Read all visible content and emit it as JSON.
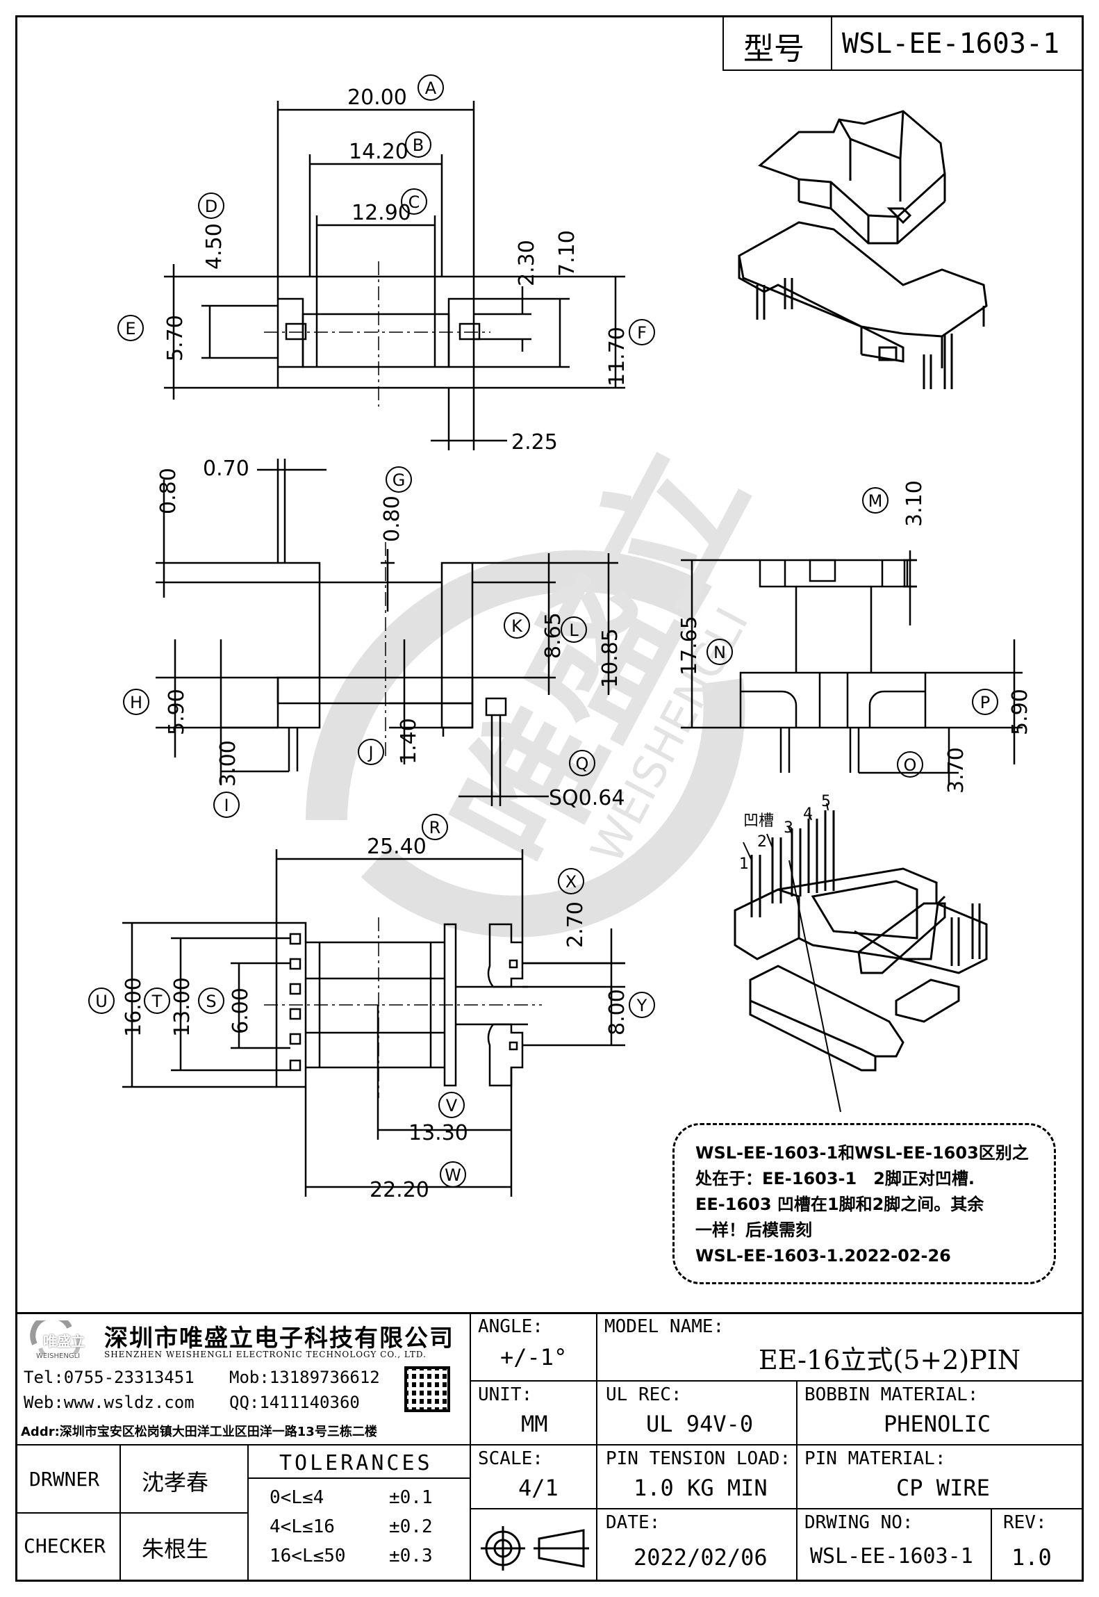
{
  "header": {
    "model_label": "型号",
    "model_no": "WSL-EE-1603-1"
  },
  "top_view": {
    "A": "20.00",
    "B": "14.20",
    "C": "12.90",
    "D": "4.50",
    "E": "5.70",
    "F": "11.70",
    "d1": "2.30",
    "d2": "7.10",
    "d3": "2.25"
  },
  "side_view": {
    "d070": "0.70",
    "d080a": "0.80",
    "G": "0.80",
    "K": "8.65",
    "L": "10.85",
    "H": "5.90",
    "I": "3.00",
    "J": "1.40",
    "Q": "SQ0.64"
  },
  "end_view": {
    "M": "3.10",
    "N": "17.65",
    "P": "5.90",
    "O": "3.70"
  },
  "bottom_view": {
    "R": "25.40",
    "U": "16.00",
    "T": "13.00",
    "S": "6.00",
    "X": "2.70",
    "Y": "8.00",
    "V": "13.30",
    "W": "22.20"
  },
  "letters": [
    "A",
    "B",
    "C",
    "D",
    "E",
    "F",
    "G",
    "H",
    "I",
    "J",
    "K",
    "L",
    "M",
    "N",
    "O",
    "P",
    "Q",
    "R",
    "S",
    "T",
    "U",
    "V",
    "W",
    "X",
    "Y"
  ],
  "pin_labels": {
    "notch": "凹槽",
    "p1": "1",
    "p2": "2",
    "p3": "3",
    "p4": "4",
    "p5": "5"
  },
  "note": {
    "lines": [
      "WSL-EE-1603-1和WSL-EE-1603区别之",
      "处在于：EE-1603-1　2脚正对凹槽.",
      "EE-1603 凹槽在1脚和2脚之间。其余",
      "一样！后模需刻",
      "WSL-EE-1603-1.2022-02-26"
    ]
  },
  "watermark": {
    "brand": "唯盛立",
    "pinyin": "WEISHENGLI"
  },
  "company": {
    "logo_text": "唯盛立",
    "logo_sub": "WEISHENGLI",
    "name_cn": "深圳市唯盛立电子科技有限公司",
    "name_en": "SHENZHEN WEISHENGLI ELECTRONIC TECHNOLOGY CO., LTD.",
    "tel": "Tel:0755-23313451",
    "mob": "Mob:13189736612",
    "web": "Web:www.wsldz.com",
    "qq": "QQ:1411140360",
    "addr": "Addr:深圳市宝安区松岗镇大田洋工业区田洋一路13号三栋二楼"
  },
  "title_block": {
    "angle_label": "ANGLE:",
    "angle_value": "+/-1°",
    "model_name_label": "MODEL NAME:",
    "model_name_value": "EE-16立式(5+2)PIN",
    "unit_label": "UNIT:",
    "unit_value": "MM",
    "ul_label": "UL REC:",
    "ul_value": "UL 94V-0",
    "bobbin_label": "BOBBIN MATERIAL:",
    "bobbin_value": "PHENOLIC",
    "scale_label": "SCALE:",
    "scale_value": "4/1",
    "tension_label": "PIN TENSION LOAD:",
    "tension_value": "1.0 KG MIN",
    "pin_mat_label": "PIN MATERIAL:",
    "pin_mat_value": "CP WIRE",
    "date_label": "DATE:",
    "date_value": "2022/02/06",
    "drw_label": "DRWING NO:",
    "drw_value": "WSL-EE-1603-1",
    "rev_label": "REV:",
    "rev_value": "1.0",
    "drawer_label": "DRWNER",
    "drawer_name": "沈孝春",
    "checker_label": "CHECKER",
    "checker_name": "朱根生",
    "tol_title": "TOLERANCES",
    "tol_rows": [
      {
        "range": "0<L≤4",
        "tol": "±0.1"
      },
      {
        "range": "4<L≤16",
        "tol": "±0.2"
      },
      {
        "range": "16<L≤50",
        "tol": "±0.3"
      }
    ]
  },
  "colors": {
    "ink": "#000000",
    "watermark": "#d9d9d9"
  }
}
